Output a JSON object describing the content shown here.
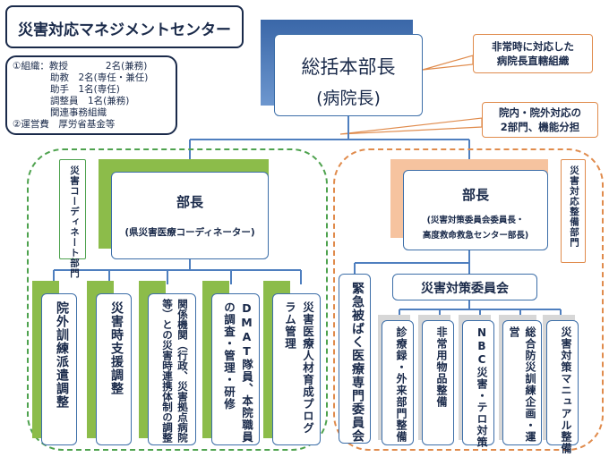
{
  "title": "災害対応マネジメントセンター",
  "info": {
    "lines": [
      "①組織：教授　　　　2名(兼務)",
      "　　　　助教　2名(専任・兼任)",
      "　　　　助手　1名(専任)",
      "　　　　調整員　1名(兼務)",
      "　　　　関連事務組織",
      "②運営費　厚労省基金等"
    ]
  },
  "top": {
    "title": "総括本部長",
    "subtitle": "(病院長)"
  },
  "callouts": {
    "c1_line1": "非常時に対応した",
    "c1_line2": "病院長直轄組織",
    "c2_line1": "院内・院外対応の",
    "c2_line2": "2部門、機能分担"
  },
  "left": {
    "dept_label": "災害コーディネート部門",
    "head_title": "部長",
    "head_sub": "(県災害医療コーディネーター)",
    "units": [
      "院外訓練派遣調整",
      "災害時支援調整",
      "関係機関（行政、災害拠点病院等）との災害時連携体制の調整",
      "DMAT隊員、本院職員の調査・管理・研修",
      "災害医療人材育成プログラム管理"
    ]
  },
  "right": {
    "dept_label": "災害対応整備部門",
    "head_title": "部長",
    "head_sub1": "(災害対策委員会委員長・",
    "head_sub2": "高度救命救急センター部長)",
    "side_unit": "緊急被ばく医療専門委員会",
    "committee": "災害対策委員会",
    "units": [
      "診療録・外来部門整備",
      "非常用物品整備",
      "NBC災害・テロ対策",
      "総合防災訓練企画・運営",
      "災害対策マニュアル整備"
    ]
  },
  "colors": {
    "navy": "#1a2a4a",
    "blue": "#4f7fbf",
    "green": "#8cbc4a",
    "peach": "#f6c39f",
    "orange": "#e08b4c",
    "gray": "#d7d7d7"
  }
}
